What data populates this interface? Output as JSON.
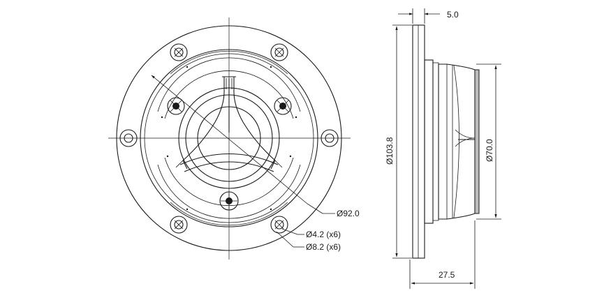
{
  "front_view": {
    "labels": {
      "bolt_circle": "Ø92.0",
      "hole_small": "Ø4.2 (x6)",
      "hole_large": "Ø8.2 (x6)"
    }
  },
  "side_view": {
    "labels": {
      "flange_thickness": "5.0",
      "outer_diameter": "Ø103.8",
      "body_diameter": "Ø70.0",
      "depth": "27.5"
    }
  }
}
